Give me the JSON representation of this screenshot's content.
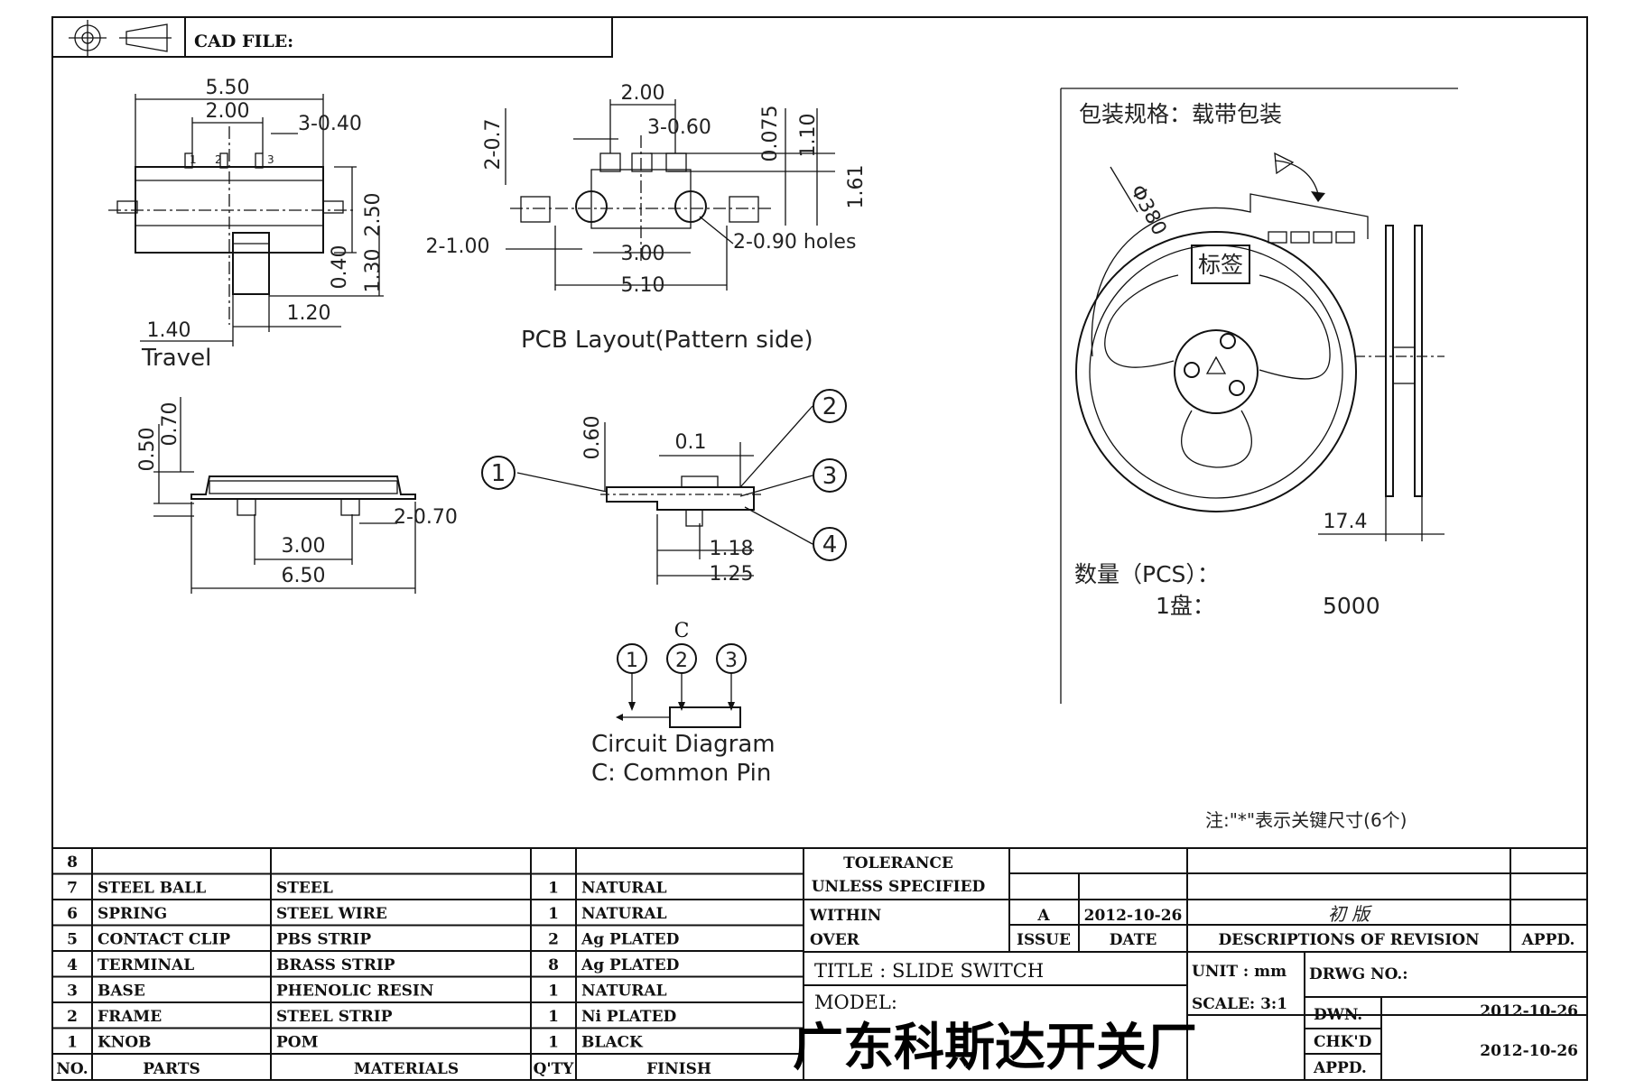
{
  "header": {
    "cad_file_label": "CAD FILE:"
  },
  "top_view": {
    "dims": [
      "5.50",
      "2.00",
      "3-0.40",
      "2.50",
      "0.40",
      "1.30",
      "1.20",
      "1.40"
    ],
    "pins": [
      "1",
      "2",
      "3"
    ],
    "travel_label": "Travel"
  },
  "pcb_layout": {
    "dims": [
      "2.00",
      "3-0.60",
      "2-0.7",
      "0.075",
      "1.10",
      "1.61",
      "2-1.00",
      "3.00",
      "5.10",
      "2-0.90  holes"
    ],
    "caption": "PCB  Layout(Pattern  side)"
  },
  "side_view": {
    "dims": [
      "0.50",
      "0.70",
      "2-0.70",
      "3.00",
      "6.50"
    ]
  },
  "section_view": {
    "dims": [
      "0.60",
      "0.1",
      "1.18",
      "1.25"
    ],
    "callouts": [
      "1",
      "2",
      "3",
      "4"
    ]
  },
  "circuit": {
    "common_label": "C",
    "pins": [
      "1",
      "2",
      "3"
    ],
    "caption": "Circuit  Diagram",
    "subcaption": "C:  Common  Pin"
  },
  "packaging": {
    "title": "包装规格：载带包装",
    "diameter": "Φ380",
    "reel_label": "标签",
    "width": "17.4",
    "qty_label": "数量（PCS）：",
    "per_reel_label": "1盘：",
    "per_reel_value": "5000"
  },
  "note": "注:\"*\"表示关键尺寸(6个)",
  "bom": {
    "headers": {
      "no": "NO.",
      "parts": "PARTS",
      "materials": "MATERIALS",
      "qty": "Q'TY",
      "finish": "FINISH"
    },
    "rows": [
      {
        "no": "8",
        "part": "",
        "material": "",
        "qty": "",
        "finish": ""
      },
      {
        "no": "7",
        "part": "STEEL BALL",
        "material": "STEEL",
        "qty": "1",
        "finish": "NATURAL"
      },
      {
        "no": "6",
        "part": "SPRING",
        "material": "STEEL WIRE",
        "qty": "1",
        "finish": "NATURAL"
      },
      {
        "no": "5",
        "part": "CONTACT CLIP",
        "material": "PBS STRIP",
        "qty": "2",
        "finish": "Ag PLATED"
      },
      {
        "no": "4",
        "part": "TERMINAL",
        "material": "BRASS STRIP",
        "qty": "8",
        "finish": "Ag PLATED"
      },
      {
        "no": "3",
        "part": "BASE",
        "material": "PHENOLIC RESIN",
        "qty": "1",
        "finish": "NATURAL"
      },
      {
        "no": "2",
        "part": "FRAME",
        "material": "STEEL STRIP",
        "qty": "1",
        "finish": "Ni PLATED"
      },
      {
        "no": "1",
        "part": "KNOB",
        "material": "POM",
        "qty": "1",
        "finish": "BLACK"
      }
    ]
  },
  "title_block": {
    "tolerance": "TOLERANCE",
    "unless": "UNLESS   SPECIFIED",
    "within": "WITHIN",
    "over": "OVER",
    "revision_issue": "A",
    "revision_date": "2012-10-26",
    "revision_desc": "初  版",
    "issue_label": "ISSUE",
    "date_label": "DATE",
    "desc_label": "DESCRIPTIONS  OF  REVISION",
    "appd_label": "APPD.",
    "title": "TITLE :  SLIDE SWITCH",
    "model": "MODEL:",
    "unit": "UNIT :   mm",
    "scale": "SCALE:   3:1",
    "drwg_no": "DRWG NO.:",
    "dwn_label": "DWN.",
    "dwn_date": "2012-10-26",
    "chkd_label": "CHK'D",
    "appd2_label": "APPD.",
    "chk_date": "2012-10-26",
    "company": "广东科斯达开关厂"
  }
}
